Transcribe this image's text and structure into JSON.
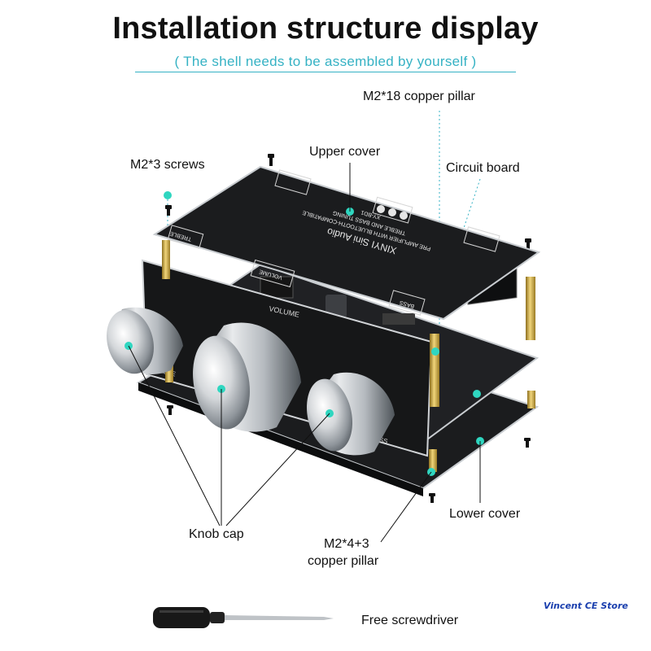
{
  "title": "Installation structure display",
  "subtitle": "( The shell needs to be assembled by yourself )",
  "labels": {
    "copper_pillar_top": "M2*18 copper pillar",
    "screws": "M2*3 screws",
    "upper_cover": "Upper cover",
    "circuit_board": "Circuit board",
    "lower_cover": "Lower cover",
    "knob_cap": "Knob cap",
    "copper_pillar_bottom_line1": "M2*4+3",
    "copper_pillar_bottom_line2": "copper pillar",
    "screwdriver": "Free screwdriver"
  },
  "board_text": {
    "brand": "XINYI Sini Audio",
    "line1": "PRE AMPLIFIER WITH BLUETOOTH-COMPATIBLE",
    "line2": "TREBLE AND BASS TUNING",
    "model": "XY-BD1",
    "treble": "TREBLE",
    "volume": "VOLUME",
    "bass": "BASS",
    "tuning": "TUNING"
  },
  "store": "Vincent CE Store",
  "colors": {
    "accent": "#35b2c4",
    "marker": "#2fd6c0",
    "board": "#1b1c1e",
    "brass": "#c9a43c"
  }
}
